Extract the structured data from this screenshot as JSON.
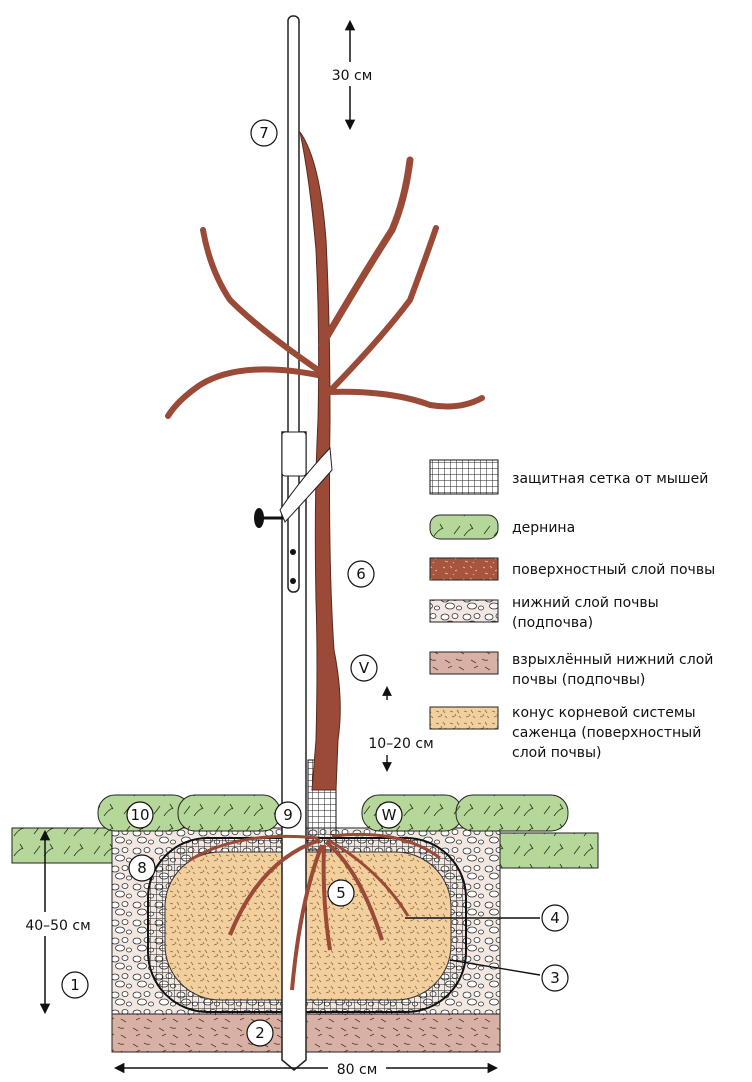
{
  "dimensions": {
    "height_top": "30 см",
    "root_gap": "10–20 см",
    "depth": "40–50 см",
    "width": "80 см"
  },
  "markers": [
    "1",
    "2",
    "3",
    "4",
    "5",
    "6",
    "7",
    "8",
    "9",
    "10",
    "V",
    "W"
  ],
  "legend": [
    {
      "lines": [
        "защитная сетка от мышей"
      ],
      "pattern": "mesh"
    },
    {
      "lines": [
        "дернина"
      ],
      "pattern": "turf"
    },
    {
      "lines": [
        "поверхностный слой почвы"
      ],
      "pattern": "topsoil"
    },
    {
      "lines": [
        "нижний слой почвы",
        "(подпочва)"
      ],
      "pattern": "subsoil"
    },
    {
      "lines": [
        "взрыхлённый нижний слой",
        "почвы (подпочвы)"
      ],
      "pattern": "loosened"
    },
    {
      "lines": [
        "конус корневой системы",
        "саженца (поверхностный",
        "слой почвы)"
      ],
      "pattern": "cone"
    }
  ],
  "colors": {
    "trunk": "#9a4a36",
    "turf": "#b5d89a",
    "topsoil": "#a8553f",
    "subsoil_bg": "#f0e0d8",
    "loosened": "#d8b1a4",
    "cone": "#f2cf9c",
    "mesh": "#222222"
  }
}
